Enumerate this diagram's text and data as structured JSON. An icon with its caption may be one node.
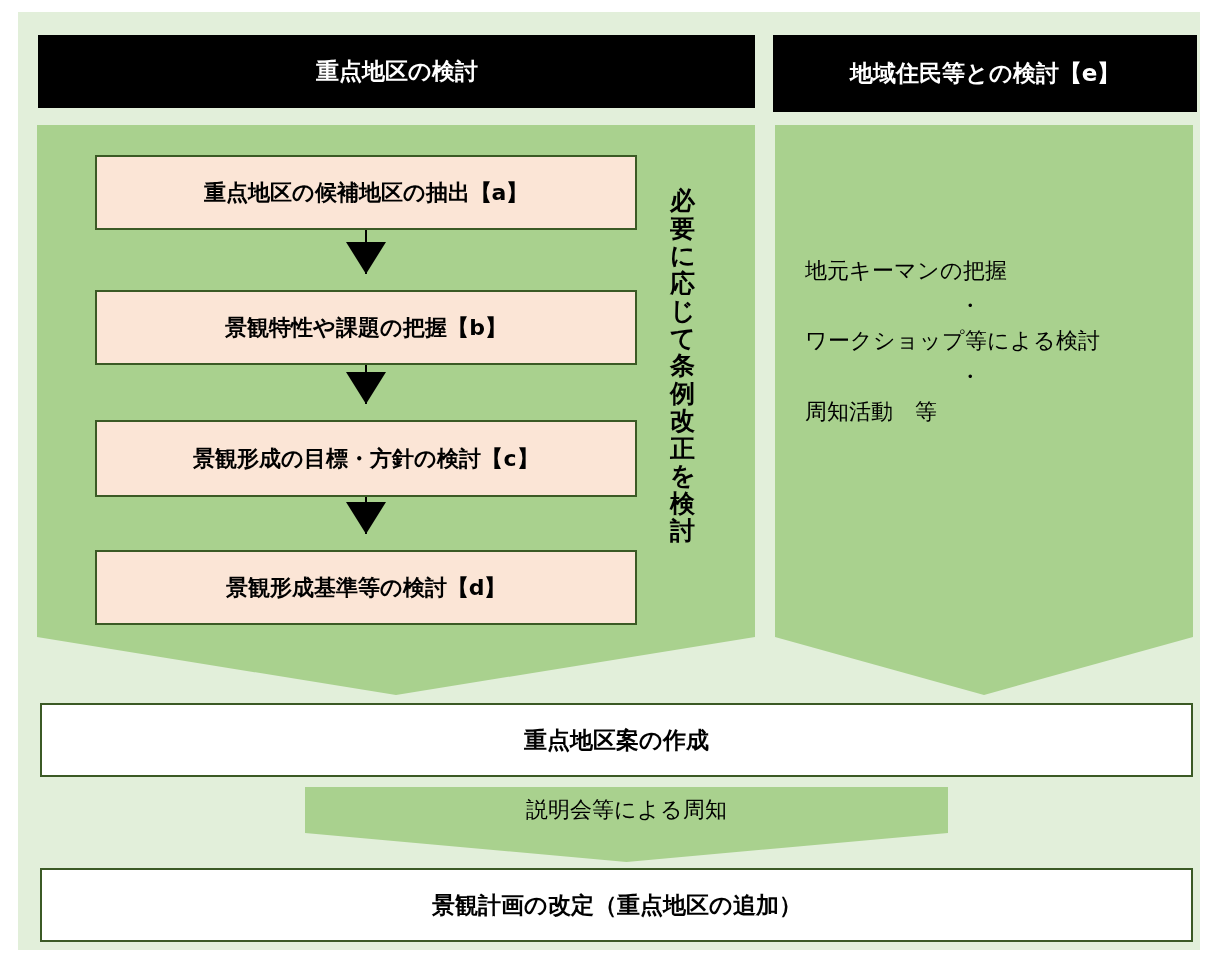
{
  "diagram": {
    "nodes": [
      {
        "text": [
          "重点地区の検討"
        ]
      },
      {
        "text": [
          "地域住民等との検討【e】"
        ]
      },
      {
        "text": [
          "必要に応じて条例改正を検討"
        ]
      },
      {
        "text": [
          "重点地区の候補地区の抽出【a】"
        ],
        "in": 2
      },
      {
        "text": [
          "景観特性や課題の把握【b】"
        ],
        "in": 2
      },
      {
        "text": [
          "景観形成の目標・方針の検討【c】"
        ],
        "in": 2
      },
      {
        "text": [
          "景観形成基準等の検討【d】"
        ],
        "in": 2
      },
      {
        "text": [
          "地元キーマンの把握",
          "・",
          "ワークショップ等による検討",
          "・",
          "周知活動　等"
        ]
      },
      {
        "text": [
          "重点地区案の作成"
        ]
      },
      {
        "text": [
          "説明会等による周知"
        ]
      },
      {
        "text": [
          "景観計画の改定（重点地区の追加）"
        ]
      }
    ],
    "edges": [
      {
        "from": 3,
        "to": 4,
        "arrow": "to"
      },
      {
        "from": 4,
        "to": 5,
        "arrow": "to"
      },
      {
        "from": 5,
        "to": 6,
        "arrow": "to"
      }
    ]
  }
}
